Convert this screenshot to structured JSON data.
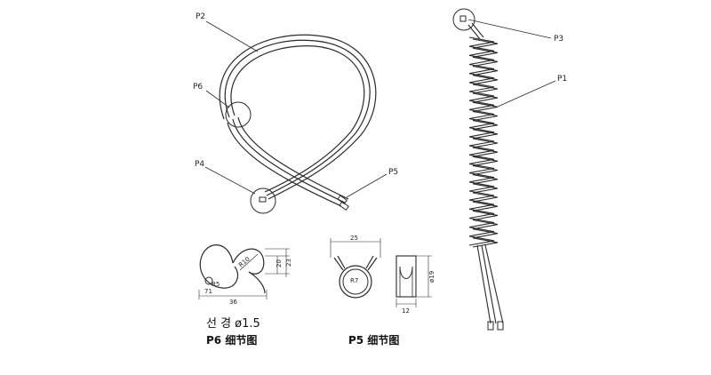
{
  "callouts": {
    "p1": "P1",
    "p2": "P2",
    "p3": "P3",
    "p4": "P4",
    "p5": "P5",
    "p6": "P6"
  },
  "detail_p6": {
    "dim_width": "36",
    "dim_height_outer": "23",
    "dim_height_inner": "20",
    "dim_radius": "R10",
    "dim_small_radius": "R5",
    "dim_angle": "71",
    "wire_note": "선 경 ø1.5",
    "caption": "P6 细节图"
  },
  "detail_p5": {
    "dim_top_width": "25",
    "dim_diameter": "ø19",
    "dim_bottom_width": "12",
    "dim_inner_radius": "R7",
    "caption": "P5 细节图"
  },
  "colors": {
    "line": "#2a2a2a",
    "background": "#ffffff"
  }
}
